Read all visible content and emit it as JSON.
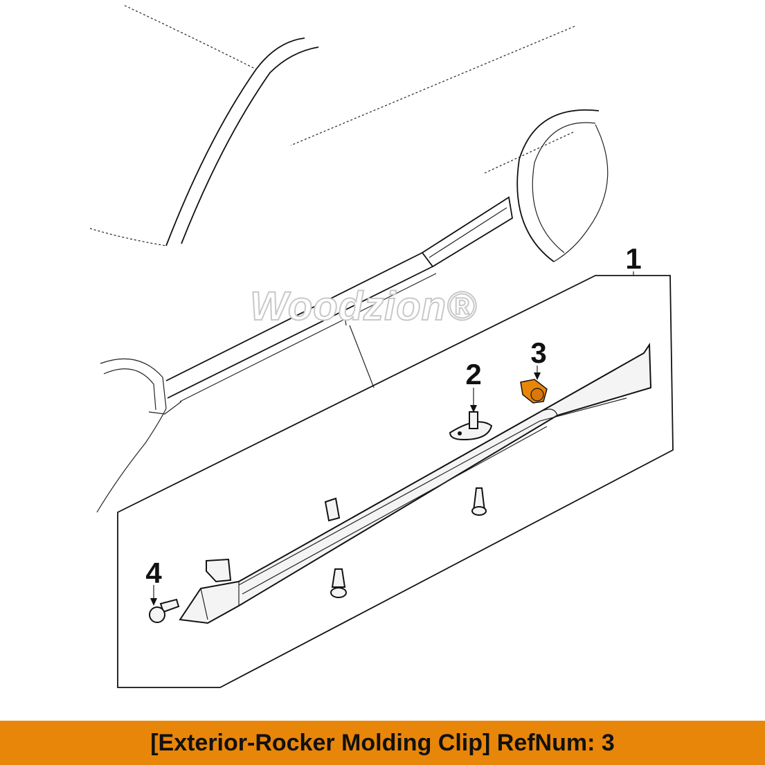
{
  "diagram": {
    "watermark": "Woodzion®",
    "callouts": [
      {
        "label": "1"
      },
      {
        "label": "2"
      },
      {
        "label": "3"
      },
      {
        "label": "4"
      }
    ],
    "highlight_color": "#e8860a"
  },
  "caption": {
    "text": "[Exterior-Rocker Molding Clip] RefNum: 3",
    "background_color": "#e8860a"
  }
}
